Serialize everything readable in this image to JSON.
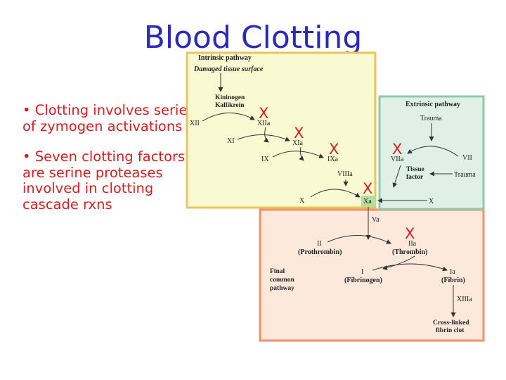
{
  "slide": {
    "title": "Blood Clotting",
    "bullets": [
      "• Clotting involves series of zymogen activations",
      "• Seven clotting factors are serine proteases involved in clotting cascade rxns"
    ]
  },
  "diagram": {
    "intrinsic": {
      "heading": "Intrinsic pathway",
      "trigger": "Damaged tissue surface",
      "cofactor_1": "Kininogen",
      "cofactor_2": "Kallikrein",
      "xii": "XII",
      "xiia": "XIIa",
      "xi": "XI",
      "xia": "XIa",
      "ix": "IX",
      "ixa": "IXa",
      "viiia": "VIIIa",
      "x": "X",
      "xa": "Xa"
    },
    "extrinsic": {
      "heading": "Extrinsic pathway",
      "trauma_top": "Trauma",
      "viia": "VIIa",
      "vii": "VII",
      "tissue_factor_1": "Tissue",
      "tissue_factor_2": "factor",
      "trauma_side": "Trauma",
      "x": "X"
    },
    "common": {
      "label_1": "Final",
      "label_2": "common",
      "label_3": "pathway",
      "va": "Va",
      "ii": "II",
      "prothrombin": "(Prothrombin)",
      "iia": "IIa",
      "thrombin": "(Thrombin)",
      "i": "I",
      "fibrinogen": "(Fibrinogen)",
      "ia": "Ia",
      "fibrin": "(Fibrin)",
      "xiiia": "XIIIa",
      "clot_1": "Cross-linked",
      "clot_2": "fibrin clot"
    },
    "x_mark": "X",
    "colors": {
      "intrinsic_bg": "#fafad2",
      "intrinsic_border": "#e8c55a",
      "extrinsic_bg": "#dff0e6",
      "extrinsic_border": "#8fc8a8",
      "common_bg": "#fde8dc",
      "common_border": "#f0916a",
      "x_mark": "#d42020"
    }
  }
}
